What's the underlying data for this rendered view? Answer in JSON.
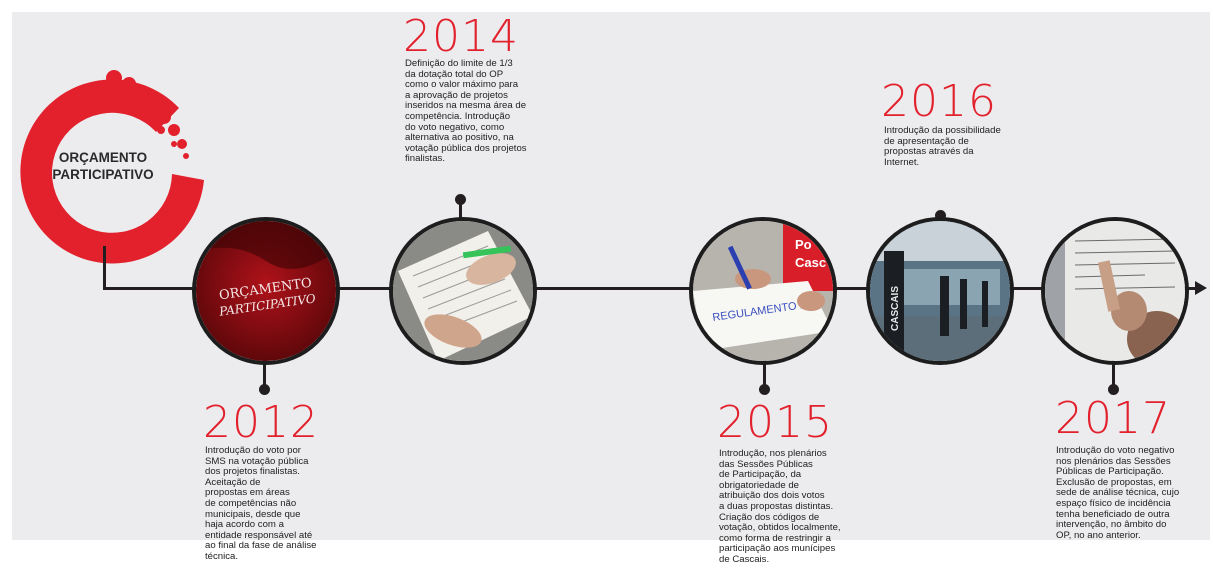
{
  "logo": {
    "line1": "ORÇAMENTO",
    "line2": "PARTICIPATIVO",
    "color": "#e2212c"
  },
  "accent_color": "#e2212c",
  "line_color": "#231f20",
  "photos": {
    "p2012": {
      "shirt_line1": "ORÇAMENTO",
      "shirt_line2": "PARTICIPATIVO"
    },
    "p2015": {
      "board_text": "REGULAMENTO DO",
      "cap_text": "Po",
      "cap_text2": "Casc"
    },
    "p2016": {
      "pillar_text": "CASCAIS"
    }
  },
  "milestones": [
    {
      "year": "2012",
      "text": "Introdução do voto por\nSMS na votação pública\ndos projetos finalistas.\nAceitação de\npropostas em áreas\nde competências não\nmunicipais, desde que\nhaja acordo com a\nentidade responsável até\nao final da fase de análise\ntécnica."
    },
    {
      "year": "2014",
      "text": "Definição do limite de 1/3\nda dotação total do OP\ncomo o valor máximo para\na aprovação de projetos\ninseridos na mesma área de\ncompetência. Introdução\ndo voto negativo, como\nalternativa ao positivo, na\nvotação pública dos projetos\nfinalistas."
    },
    {
      "year": "2015",
      "text": "Introdução, nos plenários\ndas Sessões Públicas\nde Participação, da\nobrigatoriedade de\natribuição dos dois votos\na duas propostas distintas.\nCriação dos códigos de\nvotação, obtidos localmente,\ncomo forma de restringir a\nparticipação aos munícipes\nde Cascais."
    },
    {
      "year": "2016",
      "text": "Introdução da possibilidade\nde apresentação de\npropostas através da\nInternet."
    },
    {
      "year": "2017",
      "text": "Introdução do voto negativo\nnos plenários das Sessões\nPúblicas de Participação.\nExclusão de propostas, em\nsede de análise técnica, cujo\nespaço físico de incidência\ntenha beneficiado de outra\nintervenção, no âmbito do\nOP, no ano anterior."
    }
  ]
}
